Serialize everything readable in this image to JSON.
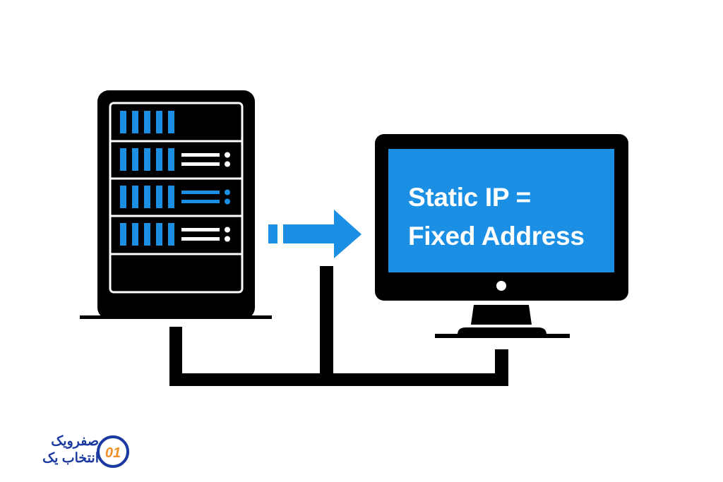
{
  "screen": {
    "line1": "Static IP =",
    "line2": "Fixed Address"
  },
  "logo": {
    "line1": "صفرویک",
    "line2": "انتخاب یک",
    "mark": "01"
  },
  "colors": {
    "accent": "#1a8fe3",
    "dark": "#000000",
    "logo_blue": "#1a3aa0",
    "logo_orange": "#f0902a"
  }
}
